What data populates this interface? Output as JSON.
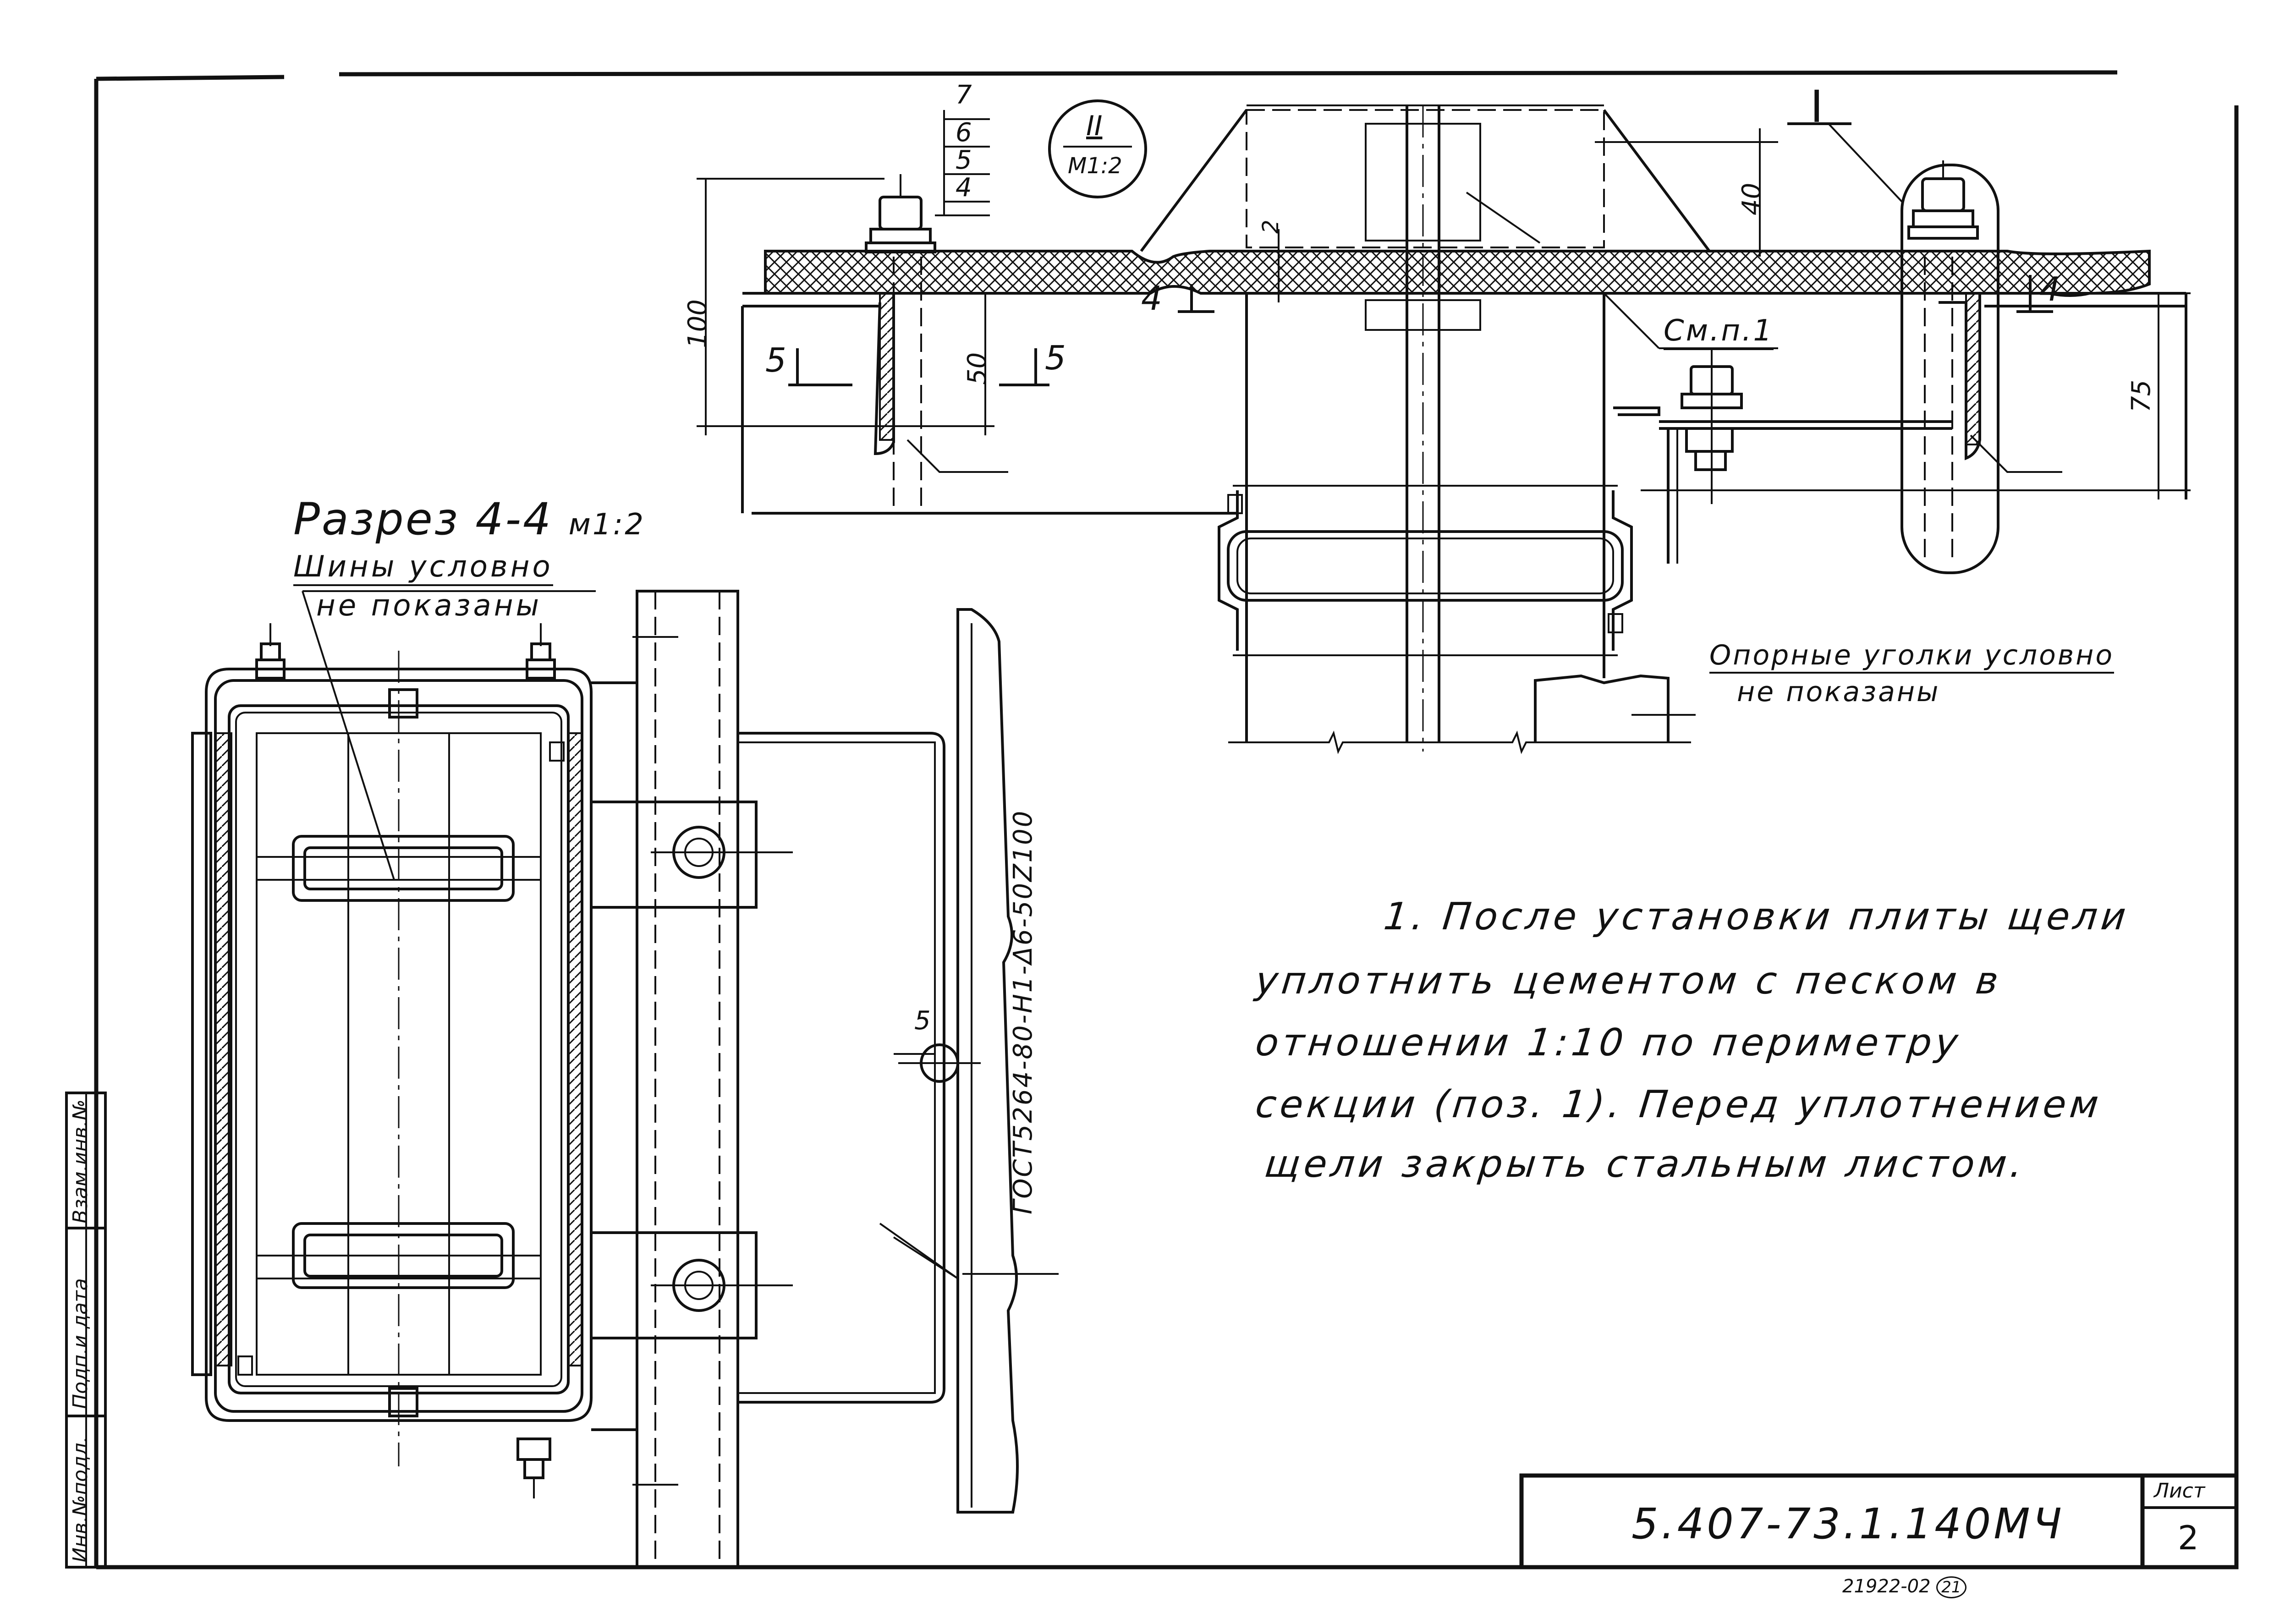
{
  "section_title": "Разрез 4-4",
  "section_scale": "м1:2",
  "tires_note": [
    "Шины условно",
    "не показаны"
  ],
  "angles_note": [
    "Опорные уголки условно",
    "не показаны"
  ],
  "node_callout": {
    "number": "II",
    "scale": "M1:2"
  },
  "node_mark": "I",
  "position_stack": [
    "7",
    "6",
    "5",
    "4"
  ],
  "reference_label": "См.п.1",
  "dimensions": {
    "d100": "100",
    "d50": "50",
    "d40": "40",
    "d2": "2",
    "d75": "75",
    "d5": "5"
  },
  "section_marks": {
    "left4": "4",
    "right4": "4",
    "left5": "5",
    "right5": "5"
  },
  "standard_label": "ГОСТ5264-80-Н1-Δ6-50Z100",
  "note_lines": [
    "1. После установки плиты щели",
    "уплотнить цементом с песком в",
    "отношении 1:10 по периметру",
    "секции (поз. 1). Перед уплотнением",
    "щели закрыть стальным листом."
  ],
  "side_stamp": [
    "Инв.№подл.",
    "Подп.и дата",
    "Взам.инв.№"
  ],
  "title_block": {
    "code": "5.407-73.1.140МЧ",
    "sheet_label": "Лист",
    "sheet_number": "2"
  },
  "bottom_mark": "21922-02",
  "bottom_mark_circle": "21"
}
